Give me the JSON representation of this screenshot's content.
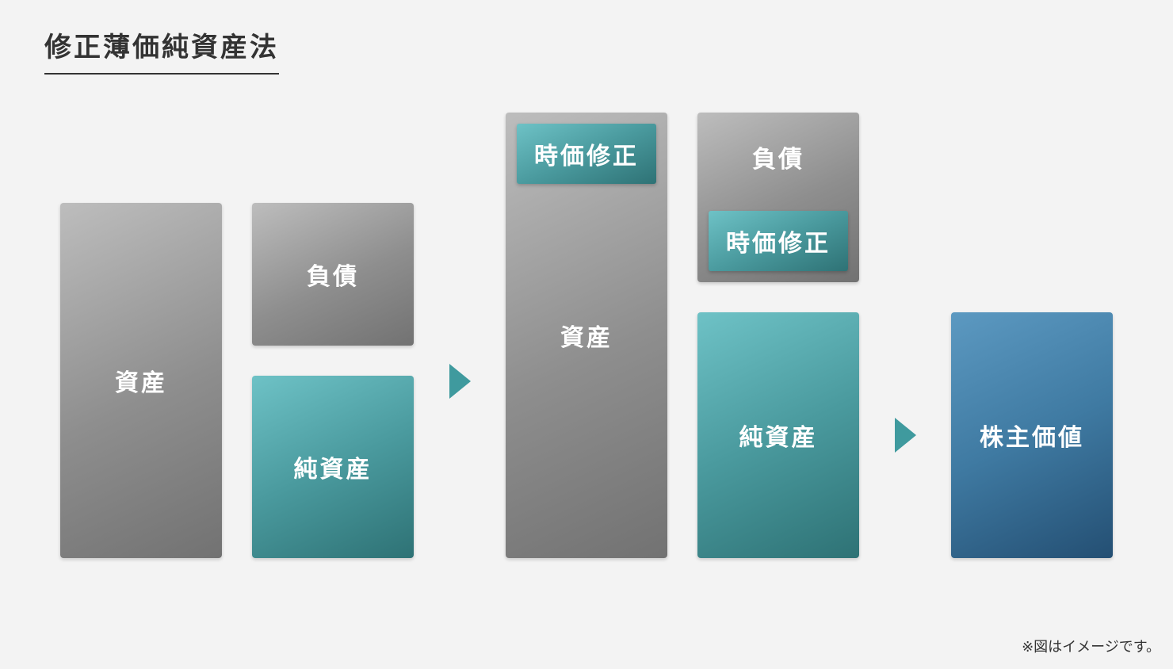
{
  "title": "修正薄価純資産法",
  "left": {
    "assets": "資産",
    "liabilities": "負債",
    "net_assets": "純資産"
  },
  "middle": {
    "assets": "資産",
    "assets_adjustment": "時価修正",
    "liabilities": "負債",
    "liabilities_adjustment": "時価修正",
    "net_assets": "純資産"
  },
  "result": {
    "shareholder_value": "株主価値"
  },
  "note": "※図はイメージです。",
  "colors": {
    "gray": "#8e8e8e",
    "teal": "#4a9a9e",
    "blue": "#3f7aa2",
    "arrow": "#3f9a9e"
  }
}
